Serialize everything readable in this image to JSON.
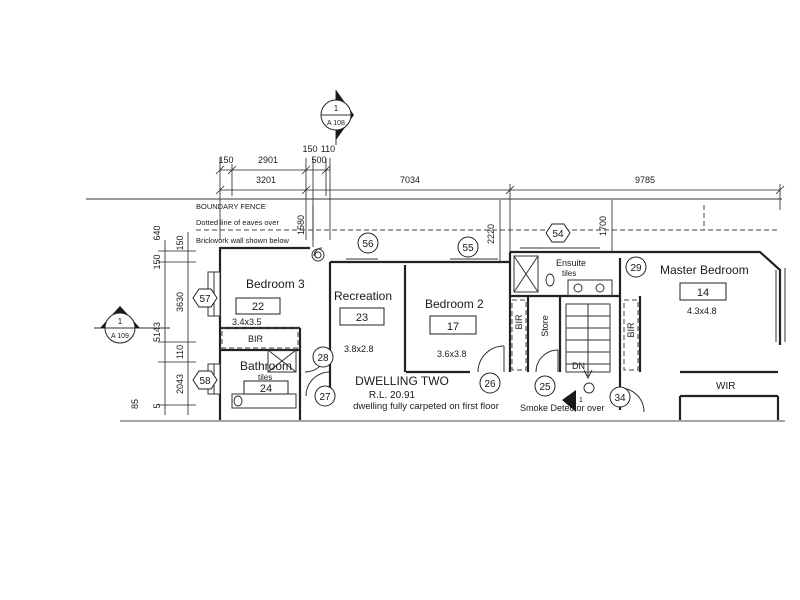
{
  "section_markers": {
    "top": {
      "number": "1",
      "sheet": "A 108"
    },
    "left": {
      "number": "1",
      "sheet": "A 109"
    },
    "bottom": {
      "number": "1"
    }
  },
  "dimensions_top": {
    "d150a": "150",
    "d2901": "2901",
    "d150b": "150",
    "d110": "110",
    "d500": "500",
    "d3201": "3201",
    "d7034": "7034",
    "d9785": "9785"
  },
  "dimensions_vertical": {
    "d1580": "1580",
    "d2220": "2220",
    "d1700": "1700",
    "d640": "640",
    "d150c": "150",
    "d150d": "150",
    "d3630": "3630",
    "d5143": "5143",
    "d110b": "110",
    "d2043": "2043",
    "d85": "85",
    "d5": "5"
  },
  "notes": {
    "boundary_fence": "BOUNDARY FENCE",
    "eaves": "Dotted line of eaves over",
    "brickwork": "Brickwork wall shown below",
    "dwelling_title": "DWELLING TWO",
    "rl": "R.L. 20.91",
    "carpet": "dwelling fully carpeted on first floor",
    "smoke": "Smoke Detector over",
    "dn": "DN"
  },
  "rooms": {
    "bedroom3": {
      "name": "Bedroom 3",
      "code": "22",
      "size": "3.4x3.5"
    },
    "recreation": {
      "name": "Recreation",
      "code": "23",
      "size": "3.8x2.8"
    },
    "bedroom2": {
      "name": "Bedroom 2",
      "code": "17",
      "size": "3.6x3.8"
    },
    "master": {
      "name": "Master Bedroom",
      "code": "14",
      "size": "4.3x4.8"
    },
    "bathroom": {
      "name": "Bathroom",
      "code": "24",
      "finish": "tiles"
    },
    "ensuite": {
      "name": "Ensuite",
      "finish": "tiles"
    },
    "bir_a": "BIR",
    "bir_b": "BIR",
    "bir_c": "BIR",
    "store": "Store",
    "wir": "WIR"
  },
  "door_tags": {
    "t56": "56",
    "t55": "55",
    "t54": "54",
    "t29": "29",
    "t57": "57",
    "t28": "28",
    "t58": "58",
    "t27": "27",
    "t26": "26",
    "t25": "25",
    "t34": "34"
  }
}
